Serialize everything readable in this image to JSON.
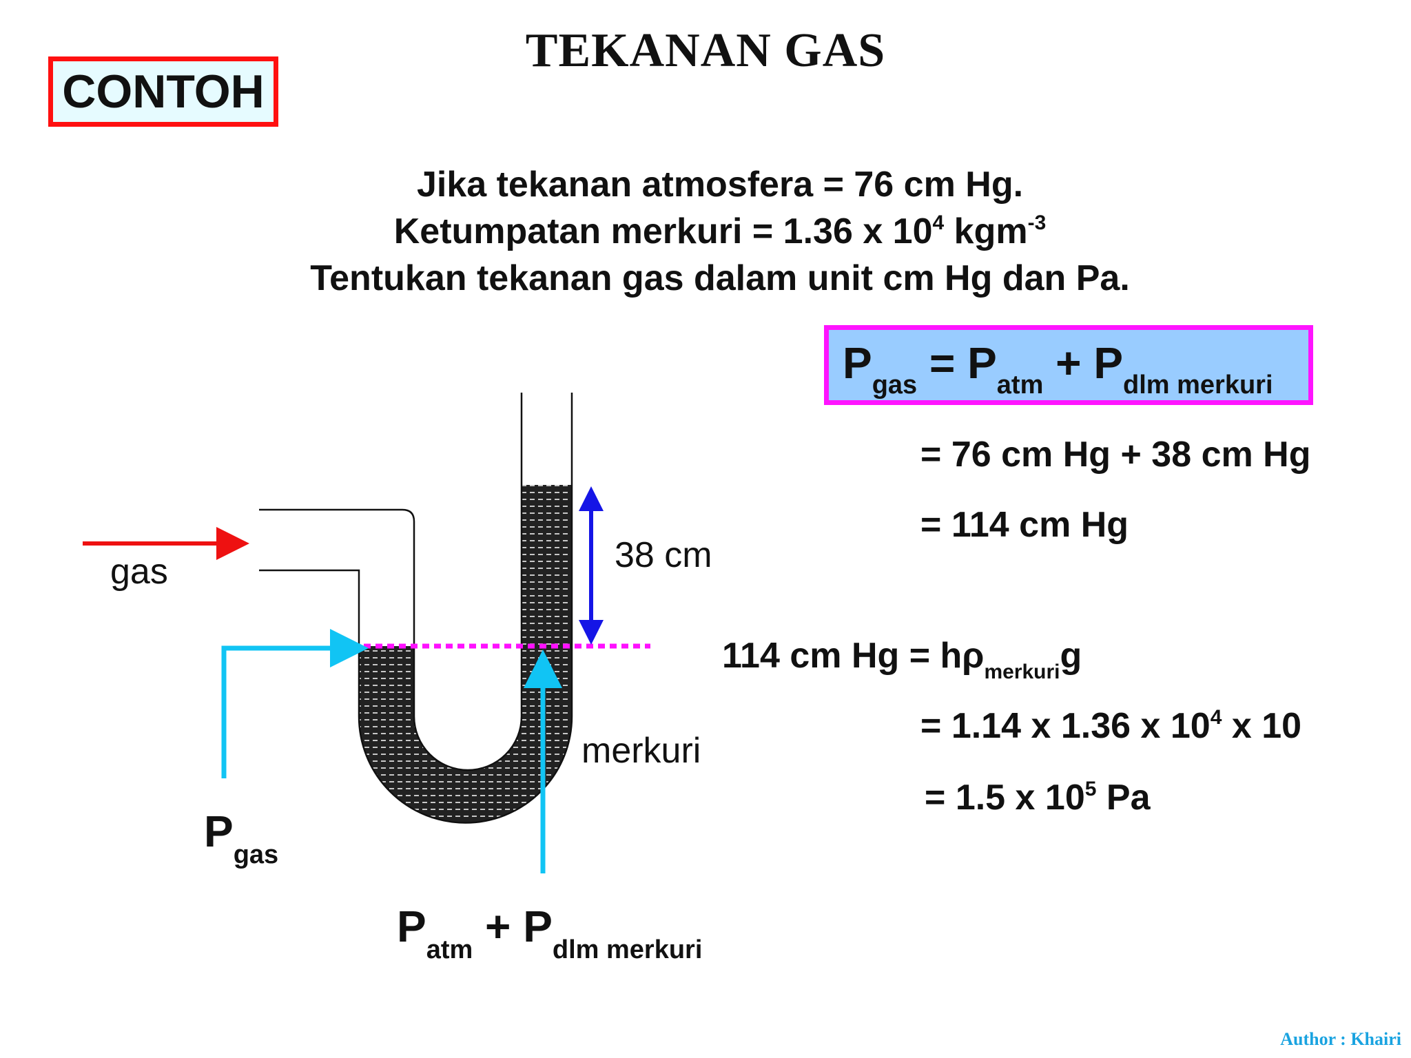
{
  "title": "TEKANAN GAS",
  "tag": "CONTOH",
  "question": {
    "line1": "Jika tekanan atmosfera = 76 cm Hg.",
    "line2_a": "Ketumpatan merkuri = 1.36 x 10",
    "line2_sup1": "4",
    "line2_b": " kgm",
    "line2_sup2": "-3",
    "line3": "Tentukan tekanan gas dalam unit cm Hg dan Pa."
  },
  "formula": {
    "p1": "P",
    "s1": "gas",
    "eq": " = P",
    "s2": "atm",
    "plus": " + P",
    "s3": "dlm merkuri"
  },
  "calc": {
    "step1": "= 76 cm Hg + 38 cm Hg",
    "step2": "= 114 cm Hg",
    "step3_a": "114 cm Hg = hρ",
    "step3_sub": "merkuri",
    "step3_b": "g",
    "step4_a": "= 1.14 x 1.36 x 10",
    "step4_sup": "4",
    "step4_b": " x 10",
    "step5_a": "= 1.5 x 10",
    "step5_sup": "5",
    "step5_b": " Pa"
  },
  "diagram": {
    "gas_label": "gas",
    "height_label": "38 cm",
    "mercury_label": "merkuri",
    "pgas_p": "P",
    "pgas_sub": "gas",
    "patm_p": "P",
    "patm_sub": "atm",
    "patm_plus": " + P",
    "patm_sub2": "dlm merkuri"
  },
  "author": "Author : Khairi",
  "colors": {
    "red_arrow": "#ee1111",
    "cyan_arrow": "#11c4f4",
    "blue_arrow": "#1515e6",
    "dotted_line": "#ff10ff",
    "mercury": "#222222"
  }
}
